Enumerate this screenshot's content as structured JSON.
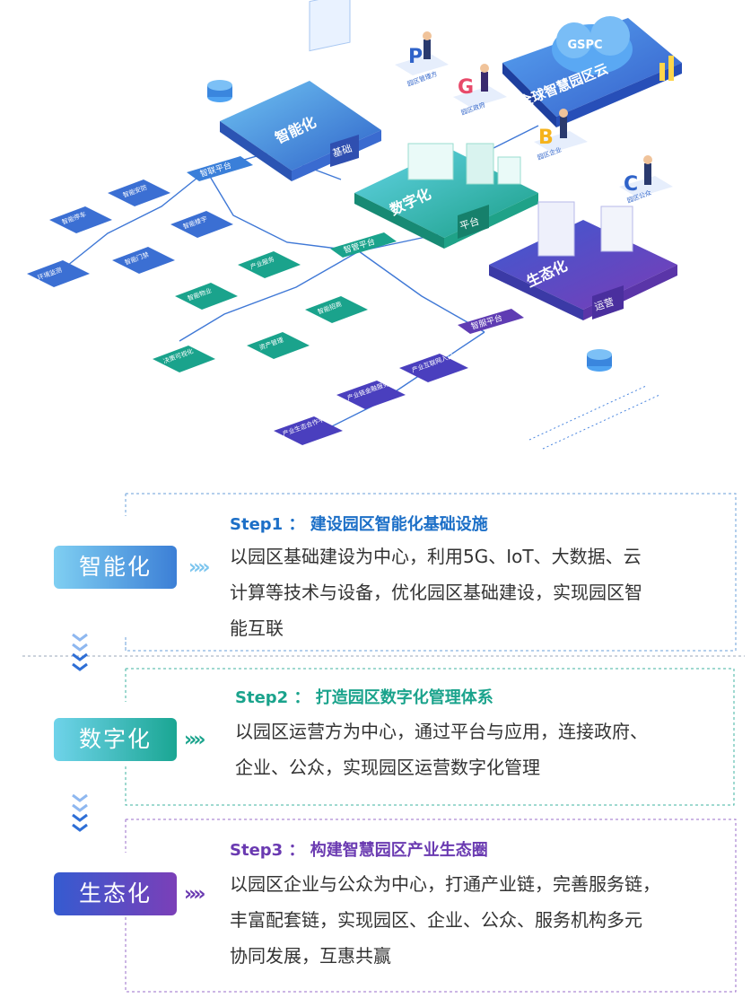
{
  "illustration": {
    "cloud_title": "全球智慧园区云",
    "cloud_badge": "GSPC",
    "nodes": {
      "intelligent": "智能化",
      "intelligent_tag": "基础",
      "digital": "数字化",
      "digital_tag": "平台",
      "ecology": "生态化",
      "ecology_tag": "运营"
    },
    "platforms": [
      "智联平台",
      "智管平台",
      "智服平台"
    ],
    "personas": [
      {
        "letter": "P",
        "label": "园区管理方"
      },
      {
        "letter": "G",
        "label": "园区政府"
      },
      {
        "letter": "B",
        "label": "园区企业"
      },
      {
        "letter": "C",
        "label": "园区公众"
      }
    ],
    "left_modules": [
      "智能安防",
      "智能停车",
      "智能楼宇",
      "环境监测",
      "智能门禁"
    ],
    "middle_modules": [
      "产业服务",
      "智能物业",
      "资产管理",
      "智能招商",
      "决策可视化"
    ],
    "service_modules": [
      "产业互联网入口",
      "产业链金融服务",
      "产业生态合作平台"
    ]
  },
  "steps": [
    {
      "badge": "智能化",
      "title": "Step1 ： 建设园区智能化基础设施",
      "lines": [
        "以园区基础建设为中心，利用5G、IoT、大数据、云",
        "计算等技术与设备，优化园区基础建设，实现园区智",
        "能互联"
      ],
      "color": "#1c6fc7"
    },
    {
      "badge": "数字化",
      "title": "Step2 ： 打造园区数字化管理体系",
      "lines": [
        "以园区运营方为中心，通过平台与应用，连接政府、",
        "企业、公众，实现园区运营数字化管理"
      ],
      "color": "#1aa38c"
    },
    {
      "badge": "生态化",
      "title": "Step3 ： 构建智慧园区产业生态圈",
      "lines": [
        "以园区企业与公众为中心，打通产业链，完善服务链，",
        "丰富配套链，实现园区、企业、公众、服务机构多元",
        "协同发展，互惠共赢"
      ],
      "color": "#6a3ab1"
    }
  ],
  "arrow_glyph": "»",
  "colors": {
    "blue": "#1c6fc7",
    "teal": "#1aa38c",
    "purple": "#6a3ab1",
    "text": "#333333"
  }
}
